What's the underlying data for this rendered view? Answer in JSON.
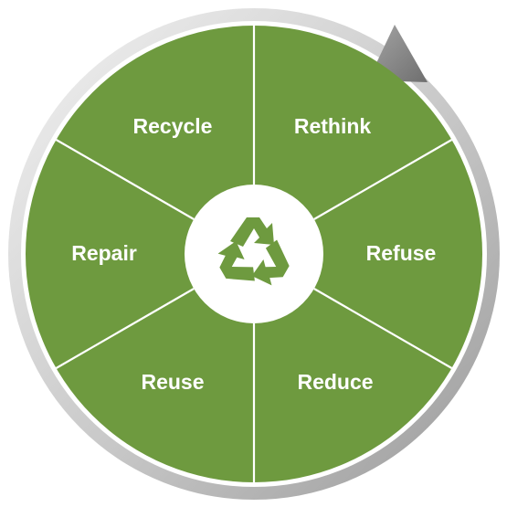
{
  "diagram": {
    "segments": [
      {
        "id": "rethink",
        "label": "Rethink"
      },
      {
        "id": "refuse",
        "label": "Refuse"
      },
      {
        "id": "reduce",
        "label": "Reduce"
      },
      {
        "id": "reuse",
        "label": "Reuse"
      },
      {
        "id": "repair",
        "label": "Repair"
      },
      {
        "id": "recycle",
        "label": "Recycle"
      }
    ],
    "center_icon": "recycle-icon",
    "ring_icon": "cycle-arrow-icon",
    "colors": {
      "segment_fill": "#6e9a3f",
      "segment_divider": "#ffffff",
      "ring_light": "#e3e3e3",
      "ring_dark": "#8f8f8f",
      "center_fill": "#ffffff",
      "icon_fill": "#6e9a3f",
      "label_text": "#ffffff"
    }
  }
}
